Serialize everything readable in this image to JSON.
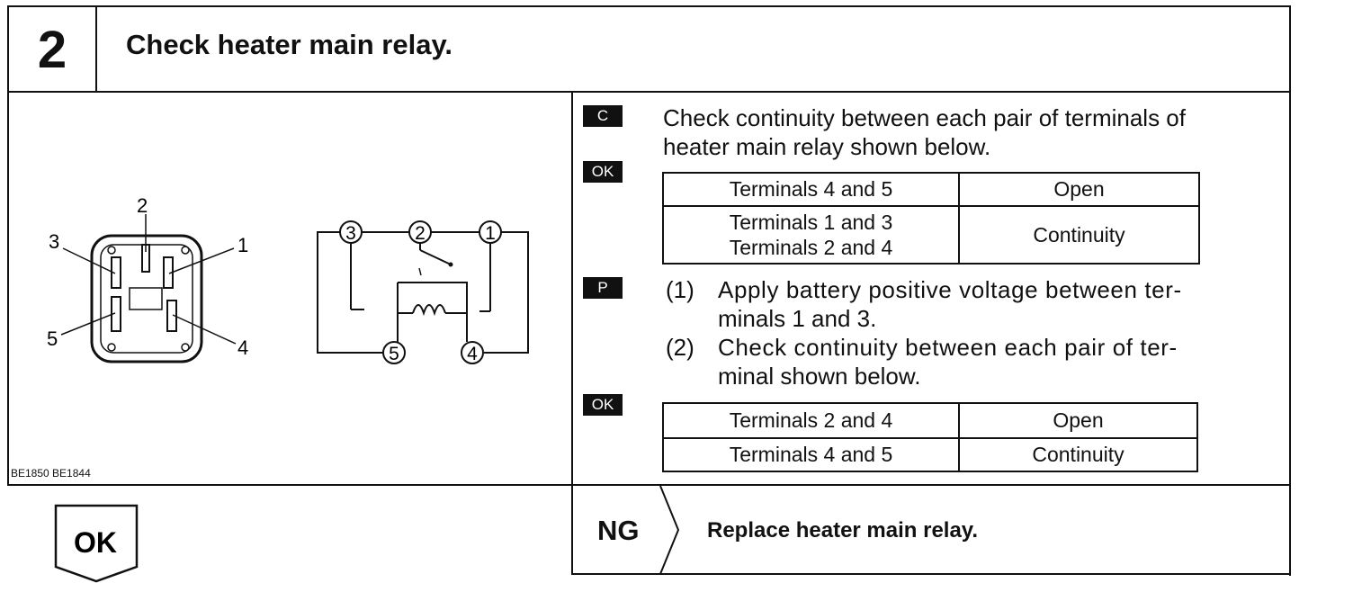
{
  "header": {
    "step_number": "2",
    "title": "Check heater main relay."
  },
  "figure": {
    "connector_terminals": [
      "1",
      "2",
      "3",
      "4",
      "5"
    ],
    "schematic_terminals": [
      "1",
      "2",
      "3",
      "4",
      "5"
    ],
    "caption": "BE1850 BE1844"
  },
  "check_c": {
    "tag": "C",
    "text_line1": "Check continuity between each pair of terminals of",
    "text_line2": "heater main relay shown below."
  },
  "table1": {
    "tag": "OK",
    "rows": [
      {
        "terminals": [
          "Terminals 4 and 5"
        ],
        "result": "Open"
      },
      {
        "terminals": [
          "Terminals 1 and 3",
          "Terminals 2 and 4"
        ],
        "result": "Continuity"
      }
    ]
  },
  "check_p": {
    "tag": "P",
    "steps": [
      {
        "num": "(1)",
        "line1": "Apply battery positive voltage between ter-",
        "line2": "minals 1 and 3."
      },
      {
        "num": "(2)",
        "line1": "Check continuity between each pair of ter-",
        "line2": "minal shown below."
      }
    ]
  },
  "table2": {
    "tag": "OK",
    "rows": [
      {
        "terminals": "Terminals 2 and 4",
        "result": "Open"
      },
      {
        "terminals": "Terminals 4 and 5",
        "result": "Continuity"
      }
    ]
  },
  "footer": {
    "ok_label": "OK",
    "ng_label": "NG",
    "ng_action": "Replace heater main relay."
  }
}
